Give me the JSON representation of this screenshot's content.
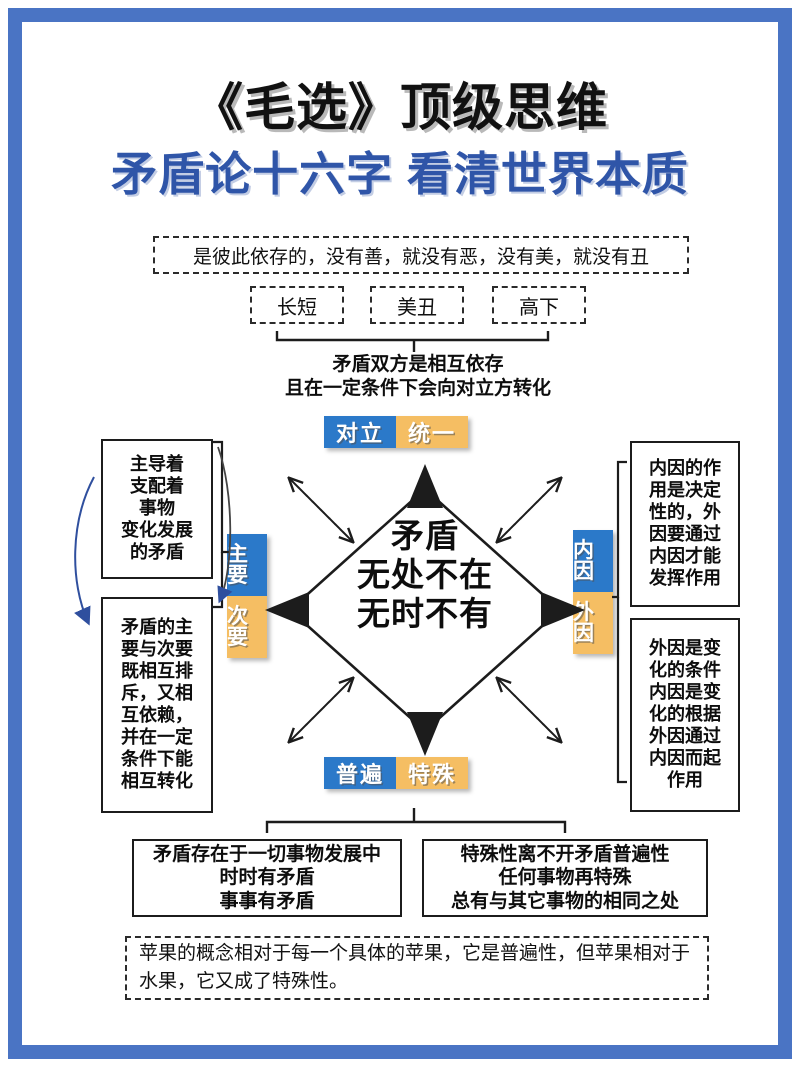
{
  "page": {
    "frame_color": "#4a74c4",
    "accent_blue": "#2b79c9",
    "accent_orange": "#f5be63",
    "title_blue": "#2f55a8"
  },
  "header": {
    "title_main": "《毛选》顶级思维",
    "title_sub": "矛盾论十六字 看清世界本质"
  },
  "top_section": {
    "statement": "是彼此依存的，没有善，就没有恶，没有美，就没有丑",
    "pairs": [
      "长短",
      "美丑",
      "高下"
    ],
    "caption_line1": "矛盾双方是相互依存",
    "caption_line2": "且在一定条件下会向对立方转化"
  },
  "axes": {
    "top": {
      "blue": "对立",
      "orange": "统一"
    },
    "bottom": {
      "blue": "普遍",
      "orange": "特殊"
    },
    "left": {
      "blue": "主要",
      "orange": "次要"
    },
    "right": {
      "blue": "内因",
      "orange": "外因"
    }
  },
  "center": {
    "line1": "矛盾",
    "line2": "无处不在",
    "line3": "无时不有"
  },
  "left_notes": [
    "主导着\n支配着\n事物\n变化发展\n的矛盾",
    "矛盾的主\n要与次要\n既相互排\n斥，又相\n互依赖，\n并在一定\n条件下能\n相互转化"
  ],
  "right_notes": [
    "内因的作\n用是决定\n性的，外\n因要通过\n内因才能\n发挥作用",
    "外因是变\n化的条件\n内因是变\n化的根据\n外因通过\n内因而起\n作用"
  ],
  "bottom_notes": [
    "矛盾存在于一切事物发展中\n时时有矛盾\n事事有矛盾",
    "特殊性离不开矛盾普遍性\n任何事物再特殊\n总有与其它事物的相同之处"
  ],
  "footer": {
    "text": "苹果的概念相对于每一个具体的苹果，它是普遍性，但苹果相对于水果，它又成了特殊性。"
  }
}
